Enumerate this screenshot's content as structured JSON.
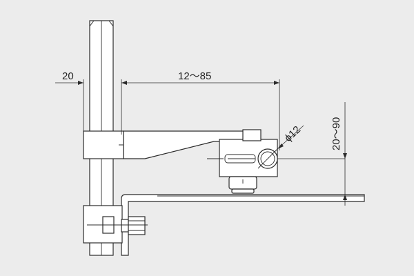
{
  "dimensions": {
    "post_offset": "20",
    "arm_reach": "12～85",
    "hole_diameter": "ϕ12",
    "height_range": "20～90"
  },
  "colors": {
    "background": "#ececec",
    "part_fill": "#ffffff",
    "line": "#2b2b2b"
  }
}
